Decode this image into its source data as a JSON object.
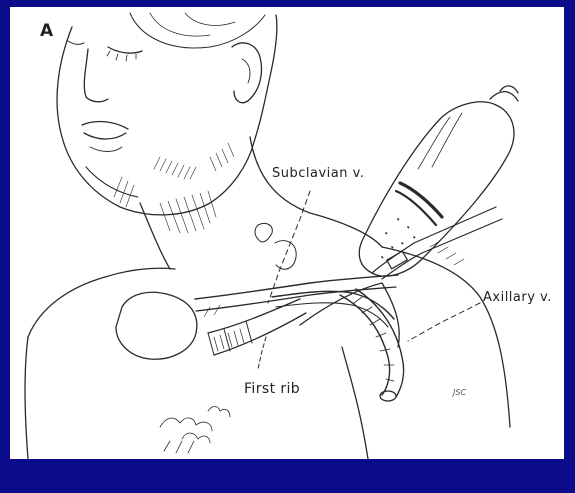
{
  "figure": {
    "panel_letter": "A",
    "labels": {
      "subclavian": "Subclavian v.",
      "axillary": "Axillary v.",
      "first_rib": "First rib"
    },
    "artist_signature": "JSC"
  },
  "colors": {
    "background": "#0c0c8a",
    "panel": "#ffffff",
    "ink": "#222222"
  }
}
